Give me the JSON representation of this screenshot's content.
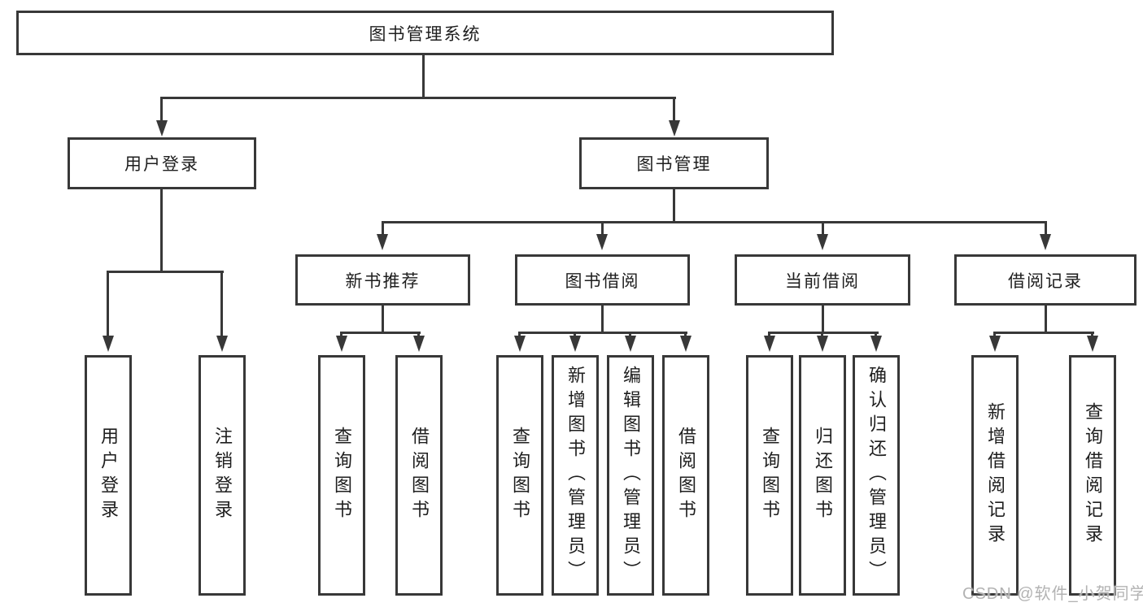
{
  "diagram": {
    "title": "图书管理系统",
    "level2": {
      "user_login": "用户登录",
      "book_management": "图书管理"
    },
    "level3": {
      "new_book_recommend": "新书推荐",
      "book_borrow": "图书借阅",
      "current_borrow": "当前借阅",
      "borrow_records": "借阅记录"
    },
    "leaves": {
      "user_login": [
        "用户登录",
        "注销登录"
      ],
      "new_book_recommend": [
        "查询图书",
        "借阅图书"
      ],
      "book_borrow": [
        "查询图书",
        "新增图书（管理员）",
        "编辑图书（管理员）",
        "借阅图书"
      ],
      "current_borrow": [
        "查询图书",
        "归还图书",
        "确认归还（管理员）"
      ],
      "borrow_records": [
        "新增借阅记录",
        "查询借阅记录"
      ]
    }
  },
  "watermark": {
    "text": "CSDN @软件_小贺同学"
  },
  "colors": {
    "line": "#383838",
    "text": "#1e1e1e",
    "watermark": "#b3b3b3",
    "background": "#ffffff"
  }
}
